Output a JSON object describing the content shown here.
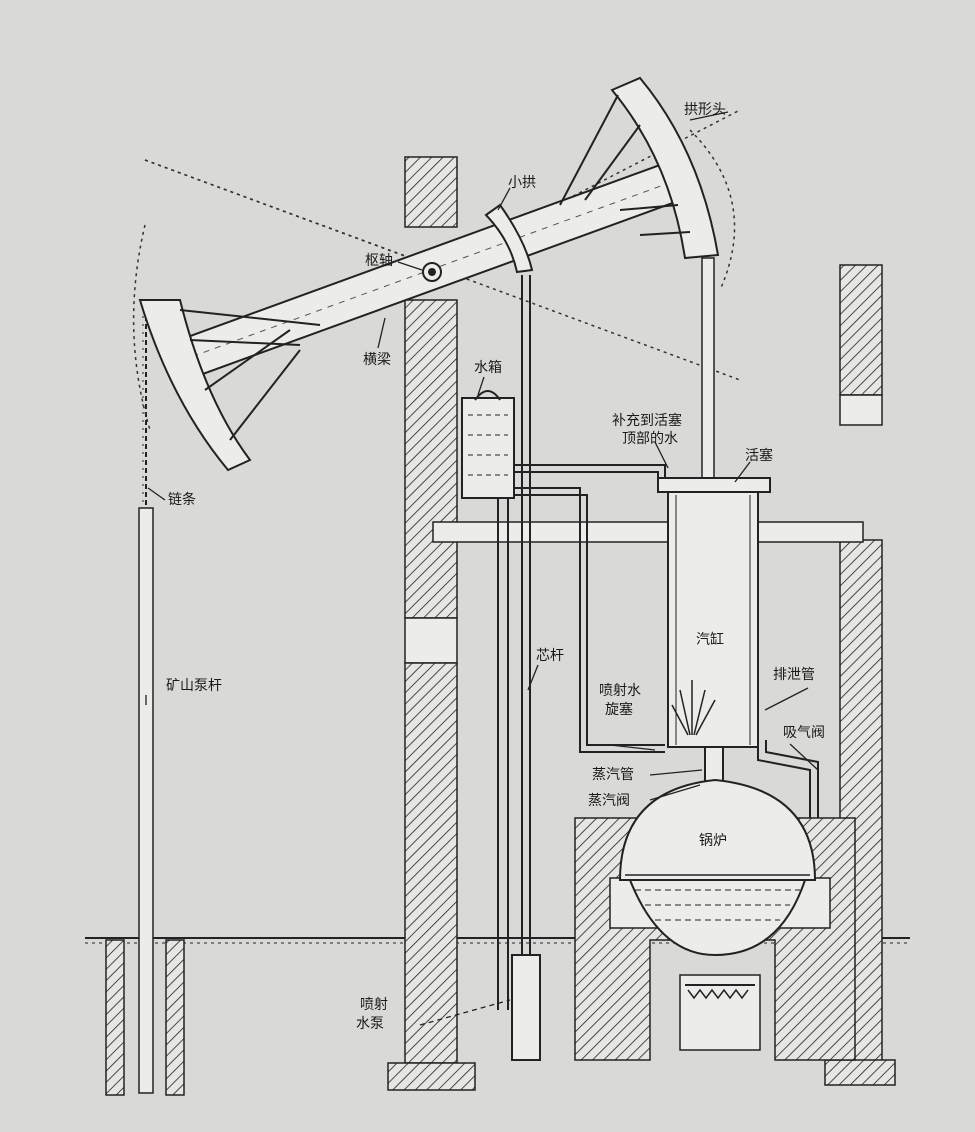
{
  "labels": {
    "arch_head": "拱形头",
    "small_arch": "小拱",
    "pivot": "枢轴",
    "beam": "横梁",
    "water_tank": "水箱",
    "refill_water_line1": "补充到活塞",
    "refill_water_line2": "顶部的水",
    "piston": "活塞",
    "chain": "链条",
    "cylinder": "汽缸",
    "drain_pipe": "排泄管",
    "core_rod": "芯杆",
    "mine_pump_rod": "矿山泵杆",
    "injection_cock_line1": "喷射水",
    "injection_cock_line2": "旋塞",
    "snifting_valve": "吸气阀",
    "steam_pipe": "蒸汽管",
    "steam_valve": "蒸汽阀",
    "boiler": "锅炉",
    "injection_pump_line1": "喷射",
    "injection_pump_line2": "水泵"
  },
  "colors": {
    "background": "#d9d9d7",
    "ink": "#1a1a1a",
    "paper": "#ececea"
  }
}
